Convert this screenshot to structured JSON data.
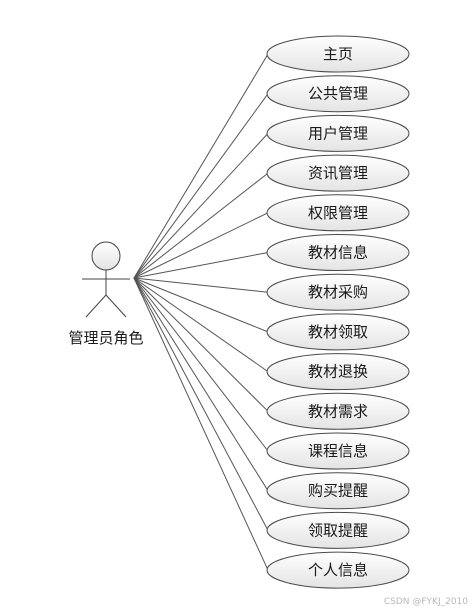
{
  "actor": {
    "label": "管理员角色"
  },
  "use_cases": [
    {
      "label": "主页"
    },
    {
      "label": "公共管理"
    },
    {
      "label": "用户管理"
    },
    {
      "label": "资讯管理"
    },
    {
      "label": "权限管理"
    },
    {
      "label": "教材信息"
    },
    {
      "label": "教材采购"
    },
    {
      "label": "教材领取"
    },
    {
      "label": "教材退换"
    },
    {
      "label": "教材需求"
    },
    {
      "label": "课程信息"
    },
    {
      "label": "购买提醒"
    },
    {
      "label": "领取提醒"
    },
    {
      "label": "个人信息"
    }
  ],
  "watermark": "CSDN @FYKJ_2010",
  "colors": {
    "ellipse_fill_top": "#ffffff",
    "ellipse_fill_bottom": "#e6e6e6",
    "stroke": "#555555",
    "text": "#1a1a1a"
  }
}
